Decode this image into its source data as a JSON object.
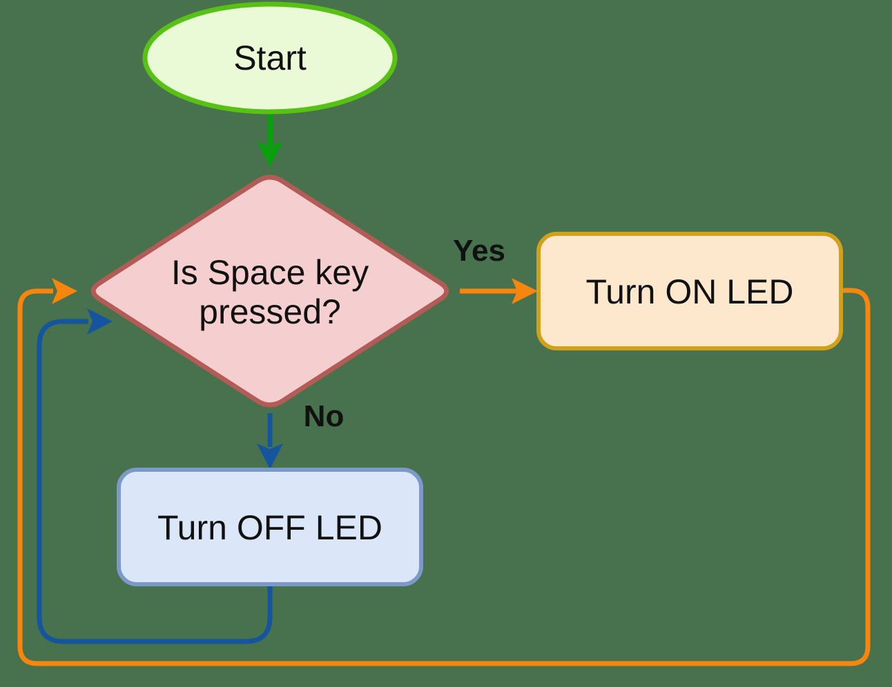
{
  "canvas": {
    "background": "#48714e",
    "text_color": "#111111"
  },
  "nodes": {
    "start": {
      "label": "Start",
      "type": "terminator",
      "fill": "#ebfad6",
      "border": "#58c214"
    },
    "decision": {
      "label_line1": "Is Space key",
      "label_line2": "pressed?",
      "type": "decision",
      "fill": "#f5cfcf",
      "border": "#b25b57"
    },
    "turn_on_led": {
      "label": "Turn ON LED",
      "type": "process",
      "fill": "#fde8ce",
      "border": "#d2a11b"
    },
    "turn_off_led": {
      "label": "Turn OFF LED",
      "type": "process",
      "fill": "#dbe7f9",
      "border": "#7b9aca"
    }
  },
  "edges": {
    "start_to_decision": {
      "label": "",
      "color": "#0aa00d"
    },
    "decision_yes": {
      "label": "Yes",
      "color": "#f8860d"
    },
    "decision_no": {
      "label": "No",
      "color": "#15559f"
    },
    "on_loop_back": {
      "color": "#f8860d"
    },
    "off_loop_back": {
      "color": "#15559f"
    }
  }
}
